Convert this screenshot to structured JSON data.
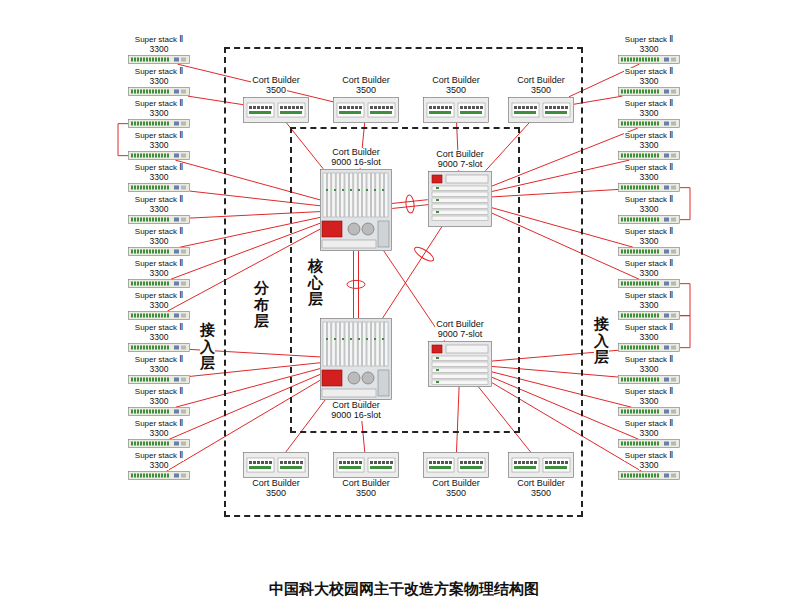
{
  "diagram": {
    "title": "中国科大校园网主干改造方案物理结构图",
    "nodes": [
      {
        "text": [
          "分布层"
        ]
      },
      {
        "text": [
          "核心层"
        ],
        "in": 0
      },
      {
        "text": [
          "Cort Builder",
          "3500"
        ],
        "in": 0
      },
      {
        "text": [
          "Cort Builder",
          "3500"
        ],
        "in": 0
      },
      {
        "text": [
          "Cort Builder",
          "3500"
        ],
        "in": 0
      },
      {
        "text": [
          "Cort Builder",
          "3500"
        ],
        "in": 0
      },
      {
        "text": [
          "Cort Builder",
          "9000 16-slot"
        ],
        "in": 1
      },
      {
        "text": [
          "Cort Builder",
          "9000 7-slot"
        ],
        "in": 1
      },
      {
        "text": [
          "Cort Builder",
          "9000 16-slot"
        ],
        "in": 1
      },
      {
        "text": [
          "Cort Builder",
          "9000 7-slot"
        ],
        "in": 1
      },
      {
        "text": [
          "Cort Builder",
          "3500"
        ],
        "in": 0
      },
      {
        "text": [
          "Cort Builder",
          "3500"
        ],
        "in": 0
      },
      {
        "text": [
          "Cort Builder",
          "3500"
        ],
        "in": 0
      },
      {
        "text": [
          "Cort Builder",
          "3500"
        ],
        "in": 0
      },
      {
        "text": [
          "Super stack Ⅱ",
          "3300"
        ]
      },
      {
        "text": [
          "Super stack Ⅱ",
          "3300"
        ]
      },
      {
        "text": [
          "Super stack Ⅱ",
          "3300"
        ]
      },
      {
        "text": [
          "Super stack Ⅱ",
          "3300"
        ]
      },
      {
        "text": [
          "Super stack Ⅱ",
          "3300"
        ]
      },
      {
        "text": [
          "Super stack Ⅱ",
          "3300"
        ]
      },
      {
        "text": [
          "Super stack Ⅱ",
          "3300"
        ]
      },
      {
        "text": [
          "Super stack Ⅱ",
          "3300"
        ]
      },
      {
        "text": [
          "Super stack Ⅱ",
          "3300"
        ]
      },
      {
        "text": [
          "Super stack Ⅱ",
          "3300"
        ]
      },
      {
        "text": [
          "Super stack Ⅱ",
          "3300"
        ]
      },
      {
        "text": [
          "Super stack Ⅱ",
          "3300"
        ]
      },
      {
        "text": [
          "Super stack Ⅱ",
          "3300"
        ]
      },
      {
        "text": [
          "Super stack Ⅱ",
          "3300"
        ]
      },
      {
        "text": [
          "Super stack Ⅱ",
          "3300"
        ]
      },
      {
        "text": [
          "Super stack Ⅱ",
          "3300"
        ]
      },
      {
        "text": [
          "Super stack Ⅱ",
          "3300"
        ]
      },
      {
        "text": [
          "Super stack Ⅱ",
          "3300"
        ]
      },
      {
        "text": [
          "Super stack Ⅱ",
          "3300"
        ]
      },
      {
        "text": [
          "Super stack Ⅱ",
          "3300"
        ]
      },
      {
        "text": [
          "Super stack Ⅱ",
          "3300"
        ]
      },
      {
        "text": [
          "Super stack Ⅱ",
          "3300"
        ]
      },
      {
        "text": [
          "Super stack Ⅱ",
          "3300"
        ]
      },
      {
        "text": [
          "Super stack Ⅱ",
          "3300"
        ]
      },
      {
        "text": [
          "Super stack Ⅱ",
          "3300"
        ]
      },
      {
        "text": [
          "Super stack Ⅱ",
          "3300"
        ]
      },
      {
        "text": [
          "Super stack Ⅱ",
          "3300"
        ]
      },
      {
        "text": [
          "Super stack Ⅱ",
          "3300"
        ]
      }
    ],
    "edges": [
      {
        "from": 6,
        "to": 7,
        "arrow": "none"
      },
      {
        "from": 6,
        "to": 8,
        "arrow": "none"
      },
      {
        "from": 6,
        "to": 9,
        "arrow": "none"
      },
      {
        "from": 7,
        "to": 8,
        "arrow": "none"
      },
      {
        "from": 2,
        "to": 6,
        "arrow": "none"
      },
      {
        "from": 3,
        "to": 6,
        "arrow": "none"
      },
      {
        "from": 4,
        "to": 7,
        "arrow": "none"
      },
      {
        "from": 5,
        "to": 7,
        "arrow": "none"
      },
      {
        "from": 10,
        "to": 8,
        "arrow": "none"
      },
      {
        "from": 11,
        "to": 8,
        "arrow": "none"
      },
      {
        "from": 12,
        "to": 9,
        "arrow": "none"
      },
      {
        "from": 13,
        "to": 9,
        "arrow": "none"
      },
      {
        "from": 14,
        "to": 3,
        "arrow": "none"
      },
      {
        "from": 15,
        "to": 2,
        "arrow": "none"
      },
      {
        "from": 16,
        "to": 17,
        "arrow": "none"
      },
      {
        "from": 17,
        "to": 6,
        "arrow": "none"
      },
      {
        "from": 18,
        "to": 6,
        "arrow": "none"
      },
      {
        "from": 19,
        "to": 6,
        "arrow": "none"
      },
      {
        "from": 20,
        "to": 6,
        "arrow": "none"
      },
      {
        "from": 21,
        "to": 6,
        "arrow": "none"
      },
      {
        "from": 22,
        "to": 6,
        "arrow": "none"
      },
      {
        "from": 23,
        "to": 8,
        "arrow": "none"
      },
      {
        "from": 24,
        "to": 8,
        "arrow": "none"
      },
      {
        "from": 25,
        "to": 8,
        "arrow": "none"
      },
      {
        "from": 26,
        "to": 8,
        "arrow": "none"
      },
      {
        "from": 27,
        "to": 8,
        "arrow": "none"
      },
      {
        "from": 28,
        "to": 5,
        "arrow": "none"
      },
      {
        "from": 29,
        "to": 5,
        "arrow": "none"
      },
      {
        "from": 30,
        "to": 7,
        "arrow": "none"
      },
      {
        "from": 31,
        "to": 7,
        "arrow": "none"
      },
      {
        "from": 32,
        "to": 7,
        "arrow": "none"
      },
      {
        "from": 32,
        "to": 33,
        "arrow": "none"
      },
      {
        "from": 34,
        "to": 7,
        "arrow": "none"
      },
      {
        "from": 35,
        "to": 7,
        "arrow": "none"
      },
      {
        "from": 35,
        "to": 36,
        "arrow": "none"
      },
      {
        "from": 36,
        "to": 37,
        "arrow": "none"
      },
      {
        "from": 37,
        "to": 9,
        "arrow": "none"
      },
      {
        "from": 38,
        "to": 9,
        "arrow": "none"
      },
      {
        "from": 39,
        "to": 9,
        "arrow": "none"
      },
      {
        "from": 40,
        "to": 9,
        "arrow": "none"
      },
      {
        "from": 41,
        "to": 9,
        "arrow": "none"
      }
    ],
    "labels": [
      "接入层",
      "接入层"
    ]
  }
}
